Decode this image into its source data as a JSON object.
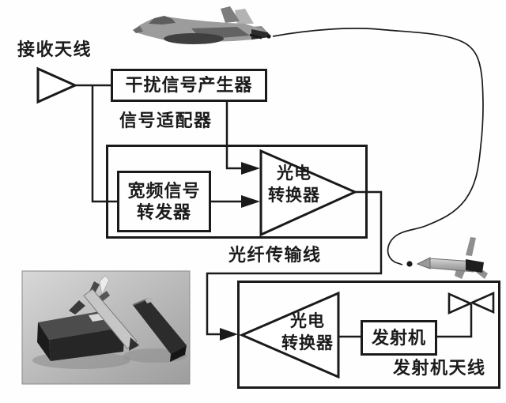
{
  "figure": {
    "type": "block-diagram",
    "background_color": "#fefefe",
    "line_color": "#1a1a1a",
    "box_fill": "#ffffff"
  },
  "labels": {
    "receive_antenna": "接收天线",
    "jammer": "干扰信号产生器",
    "signal_adapter": "信号适配器",
    "broadband_repeater_line1": "宽频信号",
    "broadband_repeater_line2": "转发器",
    "oe_converter_top_line1": "光电",
    "oe_converter_top_line2": "转换器",
    "fiber_line": "光纤传输线",
    "oe_converter_bottom_line1": "光电",
    "oe_converter_bottom_line2": "转换器",
    "transmitter": "发射机",
    "transmitter_antenna": "发射机天线"
  },
  "figures": {
    "aircraft": "fighter-jet-photo",
    "towed_decoy": "towed-decoy-photo",
    "hardware": "decoy-hardware-photo"
  }
}
